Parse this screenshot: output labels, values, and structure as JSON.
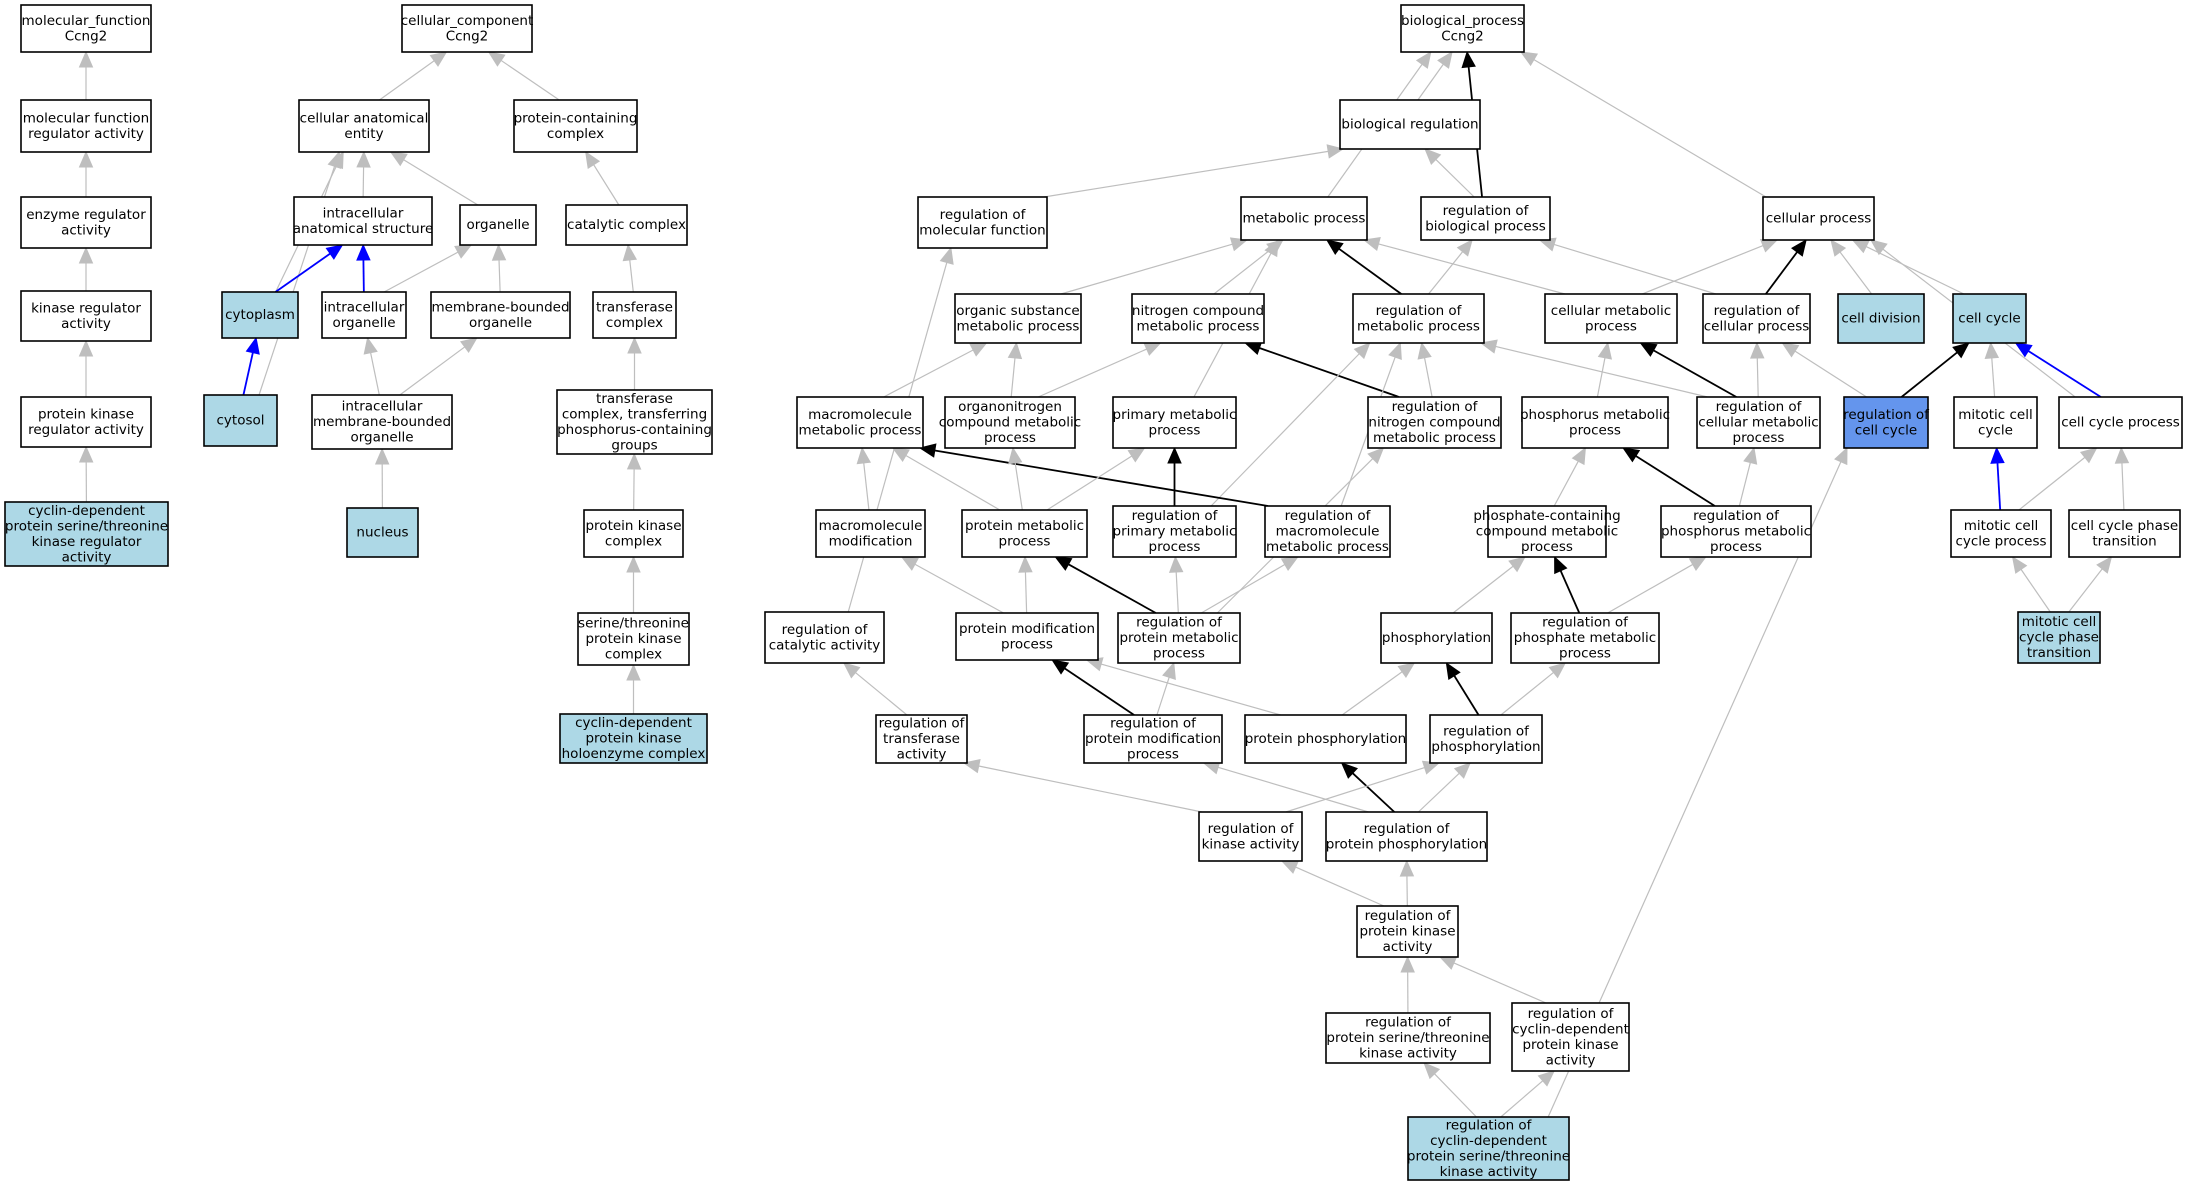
{
  "colors": {
    "node_fill": "#ffffff",
    "annotated_fill": "#add8e6",
    "focus_fill": "#6495ed",
    "border": "#000000",
    "edge_gray": "#bebebe",
    "edge_black": "#000000",
    "edge_blue": "#0000ff"
  },
  "nodes": [
    {
      "id": "mf_root",
      "lines": [
        "molecular_function",
        "Ccng2"
      ],
      "style": "plain"
    },
    {
      "id": "mf_reg",
      "lines": [
        "molecular function",
        "regulator activity"
      ],
      "style": "plain"
    },
    {
      "id": "enz_reg",
      "lines": [
        "enzyme regulator",
        "activity"
      ],
      "style": "plain"
    },
    {
      "id": "kin_reg",
      "lines": [
        "kinase regulator",
        "activity"
      ],
      "style": "plain"
    },
    {
      "id": "pk_reg",
      "lines": [
        "protein kinase",
        "regulator activity"
      ],
      "style": "plain"
    },
    {
      "id": "cdk_reg",
      "lines": [
        "cyclin-dependent",
        "protein serine/threonine",
        "kinase regulator",
        "activity"
      ],
      "style": "annotated"
    },
    {
      "id": "cc_root",
      "lines": [
        "cellular_component",
        "Ccng2"
      ],
      "style": "plain"
    },
    {
      "id": "cae",
      "lines": [
        "cellular anatomical",
        "entity"
      ],
      "style": "plain"
    },
    {
      "id": "pcc",
      "lines": [
        "protein-containing",
        "complex"
      ],
      "style": "plain"
    },
    {
      "id": "ias",
      "lines": [
        "intracellular",
        "anatomical structure"
      ],
      "style": "plain"
    },
    {
      "id": "organelle",
      "lines": [
        "organelle"
      ],
      "style": "plain"
    },
    {
      "id": "catcomplex",
      "lines": [
        "catalytic complex"
      ],
      "style": "plain"
    },
    {
      "id": "cytoplasm",
      "lines": [
        "cytoplasm"
      ],
      "style": "annotated"
    },
    {
      "id": "ic_org",
      "lines": [
        "intracellular",
        "organelle"
      ],
      "style": "plain"
    },
    {
      "id": "mb_org",
      "lines": [
        "membrane-bounded",
        "organelle"
      ],
      "style": "plain"
    },
    {
      "id": "trans_cx",
      "lines": [
        "transferase",
        "complex"
      ],
      "style": "plain"
    },
    {
      "id": "cytosol",
      "lines": [
        "cytosol"
      ],
      "style": "annotated"
    },
    {
      "id": "imbo",
      "lines": [
        "intracellular",
        "membrane-bounded",
        "organelle"
      ],
      "style": "plain"
    },
    {
      "id": "trans_p",
      "lines": [
        "transferase",
        "complex, transferring",
        "phosphorus-containing",
        "groups"
      ],
      "style": "plain"
    },
    {
      "id": "nucleus",
      "lines": [
        "nucleus"
      ],
      "style": "annotated"
    },
    {
      "id": "pkc",
      "lines": [
        "protein kinase",
        "complex"
      ],
      "style": "plain"
    },
    {
      "id": "stpkc",
      "lines": [
        "serine/threonine",
        "protein kinase",
        "complex"
      ],
      "style": "plain"
    },
    {
      "id": "cdk_holo",
      "lines": [
        "cyclin-dependent",
        "protein kinase",
        "holoenzyme complex"
      ],
      "style": "annotated"
    },
    {
      "id": "bp_root",
      "lines": [
        "biological_process",
        "Ccng2"
      ],
      "style": "plain"
    },
    {
      "id": "bioreg",
      "lines": [
        "biological regulation"
      ],
      "style": "plain"
    },
    {
      "id": "reg_mf",
      "lines": [
        "regulation of",
        "molecular function"
      ],
      "style": "plain"
    },
    {
      "id": "metab",
      "lines": [
        "metabolic process"
      ],
      "style": "plain"
    },
    {
      "id": "reg_bp",
      "lines": [
        "regulation of",
        "biological process"
      ],
      "style": "plain"
    },
    {
      "id": "cellproc",
      "lines": [
        "cellular process"
      ],
      "style": "plain"
    },
    {
      "id": "osmp",
      "lines": [
        "organic substance",
        "metabolic process"
      ],
      "style": "plain"
    },
    {
      "id": "ncmp",
      "lines": [
        "nitrogen compound",
        "metabolic process"
      ],
      "style": "plain"
    },
    {
      "id": "reg_mp",
      "lines": [
        "regulation of",
        "metabolic process"
      ],
      "style": "plain"
    },
    {
      "id": "cmp",
      "lines": [
        "cellular metabolic",
        "process"
      ],
      "style": "plain"
    },
    {
      "id": "reg_cp",
      "lines": [
        "regulation of",
        "cellular process"
      ],
      "style": "plain"
    },
    {
      "id": "celldiv",
      "lines": [
        "cell division"
      ],
      "style": "annotated"
    },
    {
      "id": "cellcycle",
      "lines": [
        "cell cycle"
      ],
      "style": "annotated"
    },
    {
      "id": "mmp",
      "lines": [
        "macromolecule",
        "metabolic process"
      ],
      "style": "plain"
    },
    {
      "id": "oncmp",
      "lines": [
        "organonitrogen",
        "compound metabolic",
        "process"
      ],
      "style": "plain"
    },
    {
      "id": "pmp",
      "lines": [
        "primary metabolic",
        "process"
      ],
      "style": "plain"
    },
    {
      "id": "reg_ncmp",
      "lines": [
        "regulation of",
        "nitrogen compound",
        "metabolic process"
      ],
      "style": "plain"
    },
    {
      "id": "phosmp",
      "lines": [
        "phosphorus metabolic",
        "process"
      ],
      "style": "plain"
    },
    {
      "id": "reg_cmp",
      "lines": [
        "regulation of",
        "cellular metabolic",
        "process"
      ],
      "style": "plain"
    },
    {
      "id": "reg_cc",
      "lines": [
        "regulation of",
        "cell cycle"
      ],
      "style": "focus"
    },
    {
      "id": "mcc",
      "lines": [
        "mitotic cell",
        "cycle"
      ],
      "style": "plain"
    },
    {
      "id": "ccp",
      "lines": [
        "cell cycle process"
      ],
      "style": "plain"
    },
    {
      "id": "mmod",
      "lines": [
        "macromolecule",
        "modification"
      ],
      "style": "plain"
    },
    {
      "id": "protmp",
      "lines": [
        "protein metabolic",
        "process"
      ],
      "style": "plain"
    },
    {
      "id": "reg_pmp",
      "lines": [
        "regulation of",
        "primary metabolic",
        "process"
      ],
      "style": "plain"
    },
    {
      "id": "reg_mmp",
      "lines": [
        "regulation of",
        "macromolecule",
        "metabolic process"
      ],
      "style": "plain"
    },
    {
      "id": "pcomp",
      "lines": [
        "phosphate-containing",
        "compound metabolic",
        "process"
      ],
      "style": "plain"
    },
    {
      "id": "reg_phosmp",
      "lines": [
        "regulation of",
        "phosphorus metabolic",
        "process"
      ],
      "style": "plain"
    },
    {
      "id": "mccp",
      "lines": [
        "mitotic cell",
        "cycle process"
      ],
      "style": "plain"
    },
    {
      "id": "ccpt",
      "lines": [
        "cell cycle phase",
        "transition"
      ],
      "style": "plain"
    },
    {
      "id": "reg_cat",
      "lines": [
        "regulation of",
        "catalytic activity"
      ],
      "style": "plain"
    },
    {
      "id": "pmodp",
      "lines": [
        "protein modification",
        "process"
      ],
      "style": "plain"
    },
    {
      "id": "reg_protmp",
      "lines": [
        "regulation of",
        "protein metabolic",
        "process"
      ],
      "style": "plain"
    },
    {
      "id": "phosph",
      "lines": [
        "phosphorylation"
      ],
      "style": "plain"
    },
    {
      "id": "reg_phmp",
      "lines": [
        "regulation of",
        "phosphate metabolic",
        "process"
      ],
      "style": "plain"
    },
    {
      "id": "mccpt",
      "lines": [
        "mitotic cell",
        "cycle phase",
        "transition"
      ],
      "style": "annotated"
    },
    {
      "id": "reg_trans",
      "lines": [
        "regulation of",
        "transferase",
        "activity"
      ],
      "style": "plain"
    },
    {
      "id": "reg_pmod",
      "lines": [
        "regulation of",
        "protein modification",
        "process"
      ],
      "style": "plain"
    },
    {
      "id": "protphos",
      "lines": [
        "protein phosphorylation"
      ],
      "style": "plain"
    },
    {
      "id": "reg_phos",
      "lines": [
        "regulation of",
        "phosphorylation"
      ],
      "style": "plain"
    },
    {
      "id": "reg_kin",
      "lines": [
        "regulation of",
        "kinase activity"
      ],
      "style": "plain"
    },
    {
      "id": "reg_pphos",
      "lines": [
        "regulation of",
        "protein phosphorylation"
      ],
      "style": "plain"
    },
    {
      "id": "reg_pka",
      "lines": [
        "regulation of",
        "protein kinase",
        "activity"
      ],
      "style": "plain"
    },
    {
      "id": "reg_stpk",
      "lines": [
        "regulation of",
        "protein serine/threonine",
        "kinase activity"
      ],
      "style": "plain"
    },
    {
      "id": "reg_cdpk",
      "lines": [
        "regulation of",
        "cyclin-dependent",
        "protein kinase",
        "activity"
      ],
      "style": "plain"
    },
    {
      "id": "reg_cdk_st",
      "lines": [
        "regulation of",
        "cyclin-dependent",
        "protein serine/threonine",
        "kinase activity"
      ],
      "style": "annotated"
    }
  ],
  "edges": [
    {
      "from": "mf_reg",
      "to": "mf_root",
      "color": "gray"
    },
    {
      "from": "enz_reg",
      "to": "mf_reg",
      "color": "gray"
    },
    {
      "from": "kin_reg",
      "to": "enz_reg",
      "color": "gray"
    },
    {
      "from": "pk_reg",
      "to": "kin_reg",
      "color": "gray"
    },
    {
      "from": "cdk_reg",
      "to": "pk_reg",
      "color": "gray"
    },
    {
      "from": "cae",
      "to": "cc_root",
      "color": "gray"
    },
    {
      "from": "pcc",
      "to": "cc_root",
      "color": "gray"
    },
    {
      "from": "ias",
      "to": "cae",
      "color": "gray"
    },
    {
      "from": "organelle",
      "to": "cae",
      "color": "gray"
    },
    {
      "from": "cytoplasm",
      "to": "cae",
      "color": "gray"
    },
    {
      "from": "cytosol",
      "to": "cae",
      "color": "gray"
    },
    {
      "from": "cytoplasm",
      "to": "ias",
      "color": "blue"
    },
    {
      "from": "ic_org",
      "to": "ias",
      "color": "blue"
    },
    {
      "from": "ic_org",
      "to": "organelle",
      "color": "gray"
    },
    {
      "from": "mb_org",
      "to": "organelle",
      "color": "gray"
    },
    {
      "from": "cytosol",
      "to": "cytoplasm",
      "color": "blue"
    },
    {
      "from": "imbo",
      "to": "ic_org",
      "color": "gray"
    },
    {
      "from": "imbo",
      "to": "mb_org",
      "color": "gray"
    },
    {
      "from": "nucleus",
      "to": "imbo",
      "color": "gray"
    },
    {
      "from": "catcomplex",
      "to": "pcc",
      "color": "gray"
    },
    {
      "from": "trans_cx",
      "to": "catcomplex",
      "color": "gray"
    },
    {
      "from": "trans_p",
      "to": "trans_cx",
      "color": "gray"
    },
    {
      "from": "pkc",
      "to": "trans_p",
      "color": "gray"
    },
    {
      "from": "stpkc",
      "to": "pkc",
      "color": "gray"
    },
    {
      "from": "cdk_holo",
      "to": "stpkc",
      "color": "gray"
    },
    {
      "from": "bioreg",
      "to": "bp_root",
      "color": "gray"
    },
    {
      "from": "metab",
      "to": "bp_root",
      "color": "gray"
    },
    {
      "from": "reg_bp",
      "to": "bp_root",
      "color": "black"
    },
    {
      "from": "cellproc",
      "to": "bp_root",
      "color": "gray"
    },
    {
      "from": "reg_mf",
      "to": "bioreg",
      "color": "gray"
    },
    {
      "from": "reg_bp",
      "to": "bioreg",
      "color": "gray"
    },
    {
      "from": "reg_cat",
      "to": "reg_mf",
      "color": "gray"
    },
    {
      "from": "osmp",
      "to": "metab",
      "color": "gray"
    },
    {
      "from": "ncmp",
      "to": "metab",
      "color": "gray"
    },
    {
      "from": "reg_mp",
      "to": "metab",
      "color": "black"
    },
    {
      "from": "cmp",
      "to": "metab",
      "color": "gray"
    },
    {
      "from": "pmp",
      "to": "metab",
      "color": "gray"
    },
    {
      "from": "reg_mp",
      "to": "reg_bp",
      "color": "gray"
    },
    {
      "from": "reg_cp",
      "to": "reg_bp",
      "color": "gray"
    },
    {
      "from": "cmp",
      "to": "cellproc",
      "color": "gray"
    },
    {
      "from": "reg_cp",
      "to": "cellproc",
      "color": "black"
    },
    {
      "from": "celldiv",
      "to": "cellproc",
      "color": "gray"
    },
    {
      "from": "cellcycle",
      "to": "cellproc",
      "color": "gray"
    },
    {
      "from": "ccp",
      "to": "cellproc",
      "color": "gray"
    },
    {
      "from": "mmp",
      "to": "osmp",
      "color": "gray"
    },
    {
      "from": "oncmp",
      "to": "osmp",
      "color": "gray"
    },
    {
      "from": "oncmp",
      "to": "ncmp",
      "color": "gray"
    },
    {
      "from": "reg_ncmp",
      "to": "ncmp",
      "color": "black"
    },
    {
      "from": "reg_ncmp",
      "to": "reg_mp",
      "color": "gray"
    },
    {
      "from": "reg_cmp",
      "to": "reg_mp",
      "color": "gray"
    },
    {
      "from": "reg_pmp",
      "to": "reg_mp",
      "color": "gray"
    },
    {
      "from": "reg_mmp",
      "to": "reg_mp",
      "color": "gray"
    },
    {
      "from": "phosmp",
      "to": "cmp",
      "color": "gray"
    },
    {
      "from": "reg_cmp",
      "to": "cmp",
      "color": "black"
    },
    {
      "from": "reg_cmp",
      "to": "reg_cp",
      "color": "gray"
    },
    {
      "from": "reg_cc",
      "to": "reg_cp",
      "color": "gray"
    },
    {
      "from": "reg_cc",
      "to": "cellcycle",
      "color": "black"
    },
    {
      "from": "mcc",
      "to": "cellcycle",
      "color": "gray"
    },
    {
      "from": "ccp",
      "to": "cellcycle",
      "color": "blue"
    },
    {
      "from": "mmod",
      "to": "mmp",
      "color": "gray"
    },
    {
      "from": "protmp",
      "to": "mmp",
      "color": "gray"
    },
    {
      "from": "reg_mmp",
      "to": "mmp",
      "color": "black"
    },
    {
      "from": "protmp",
      "to": "oncmp",
      "color": "gray"
    },
    {
      "from": "protmp",
      "to": "pmp",
      "color": "gray"
    },
    {
      "from": "reg_pmp",
      "to": "pmp",
      "color": "black"
    },
    {
      "from": "reg_protmp",
      "to": "reg_ncmp",
      "color": "gray"
    },
    {
      "from": "pcomp",
      "to": "phosmp",
      "color": "gray"
    },
    {
      "from": "reg_phosmp",
      "to": "phosmp",
      "color": "black"
    },
    {
      "from": "reg_phosmp",
      "to": "reg_cmp",
      "color": "gray"
    },
    {
      "from": "reg_cdk_st",
      "to": "reg_cc",
      "color": "gray"
    },
    {
      "from": "mccp",
      "to": "mcc",
      "color": "blue"
    },
    {
      "from": "mccp",
      "to": "ccp",
      "color": "gray"
    },
    {
      "from": "ccpt",
      "to": "ccp",
      "color": "gray"
    },
    {
      "from": "pmodp",
      "to": "mmod",
      "color": "gray"
    },
    {
      "from": "pmodp",
      "to": "protmp",
      "color": "gray"
    },
    {
      "from": "reg_protmp",
      "to": "protmp",
      "color": "black"
    },
    {
      "from": "reg_protmp",
      "to": "reg_pmp",
      "color": "gray"
    },
    {
      "from": "reg_protmp",
      "to": "reg_mmp",
      "color": "gray"
    },
    {
      "from": "phosph",
      "to": "pcomp",
      "color": "gray"
    },
    {
      "from": "reg_phmp",
      "to": "pcomp",
      "color": "black"
    },
    {
      "from": "reg_phmp",
      "to": "reg_phosmp",
      "color": "gray"
    },
    {
      "from": "mccpt",
      "to": "mccp",
      "color": "gray"
    },
    {
      "from": "mccpt",
      "to": "ccpt",
      "color": "gray"
    },
    {
      "from": "reg_trans",
      "to": "reg_cat",
      "color": "gray"
    },
    {
      "from": "reg_pmod",
      "to": "pmodp",
      "color": "black"
    },
    {
      "from": "protphos",
      "to": "pmodp",
      "color": "gray"
    },
    {
      "from": "reg_pmod",
      "to": "reg_protmp",
      "color": "gray"
    },
    {
      "from": "protphos",
      "to": "phosph",
      "color": "gray"
    },
    {
      "from": "reg_phos",
      "to": "phosph",
      "color": "black"
    },
    {
      "from": "reg_phos",
      "to": "reg_phmp",
      "color": "gray"
    },
    {
      "from": "reg_kin",
      "to": "reg_trans",
      "color": "gray"
    },
    {
      "from": "reg_pphos",
      "to": "reg_pmod",
      "color": "gray"
    },
    {
      "from": "reg_pphos",
      "to": "protphos",
      "color": "black"
    },
    {
      "from": "reg_kin",
      "to": "reg_phos",
      "color": "gray"
    },
    {
      "from": "reg_pphos",
      "to": "reg_phos",
      "color": "gray"
    },
    {
      "from": "reg_pka",
      "to": "reg_kin",
      "color": "gray"
    },
    {
      "from": "reg_pka",
      "to": "reg_pphos",
      "color": "gray"
    },
    {
      "from": "reg_stpk",
      "to": "reg_pka",
      "color": "gray"
    },
    {
      "from": "reg_cdpk",
      "to": "reg_pka",
      "color": "gray"
    },
    {
      "from": "reg_cdk_st",
      "to": "reg_stpk",
      "color": "gray"
    },
    {
      "from": "reg_cdk_st",
      "to": "reg_cdpk",
      "color": "gray"
    }
  ]
}
